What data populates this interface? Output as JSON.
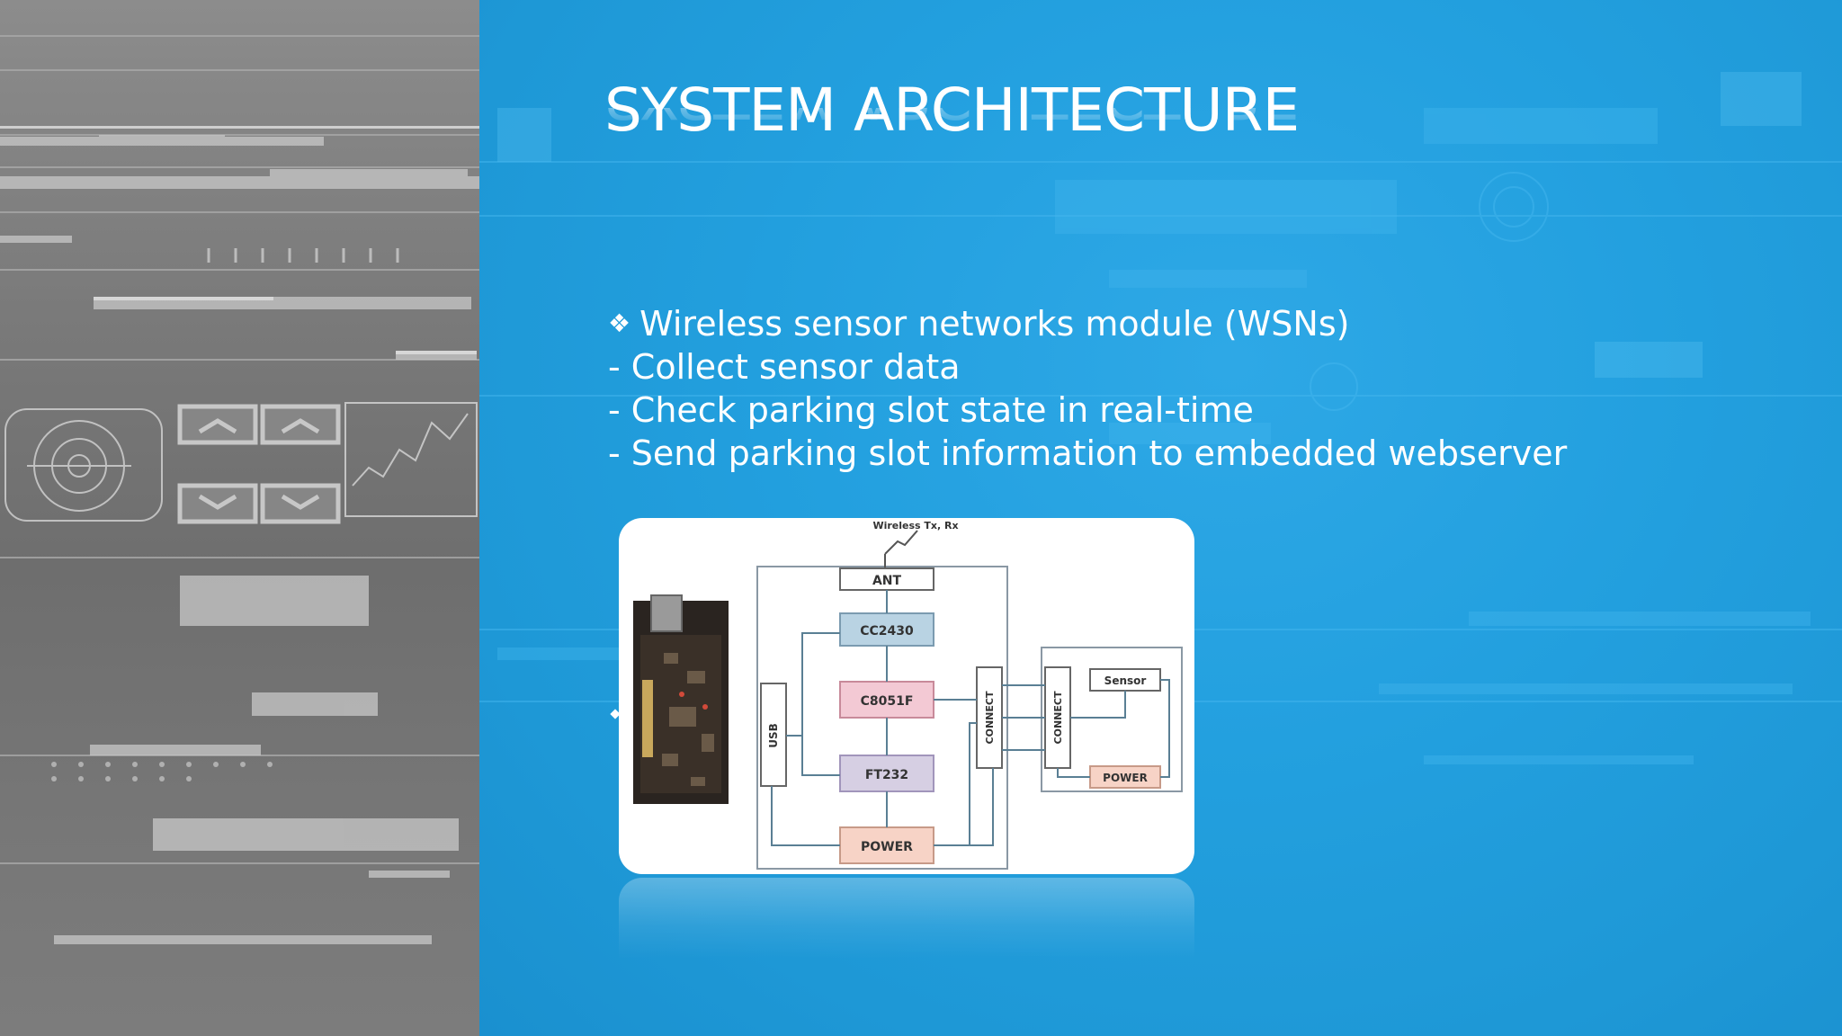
{
  "slide": {
    "title": "SYSTEM ARCHITECTURE",
    "bullets": {
      "heading_glyph": "❖",
      "heading": "Wireless sensor networks module (WSNs)",
      "items": [
        "- Collect sensor data",
        "- Check parking slot state in real-time",
        "- Send parking slot information to embedded webserver"
      ]
    }
  },
  "diagram": {
    "antenna_label": "Wireless Tx, Rx",
    "blocks": {
      "ant": "ANT",
      "radio": "CC2430",
      "mcu": "C8051F",
      "usb_bridge": "FT232",
      "power_main": "POWER",
      "usb": "USB",
      "connect_left": "CONNECT",
      "connect_right": "CONNECT",
      "sensor": "Sensor",
      "power_sensor": "POWER"
    }
  },
  "colors": {
    "blue_background": "#1c9ad8",
    "grey_panel": "#7a7a7a",
    "block_blue": "#b9d3e3",
    "block_pink": "#f3c9d4",
    "block_lilac": "#d6cfe3",
    "block_peach": "#f7d3c6"
  }
}
